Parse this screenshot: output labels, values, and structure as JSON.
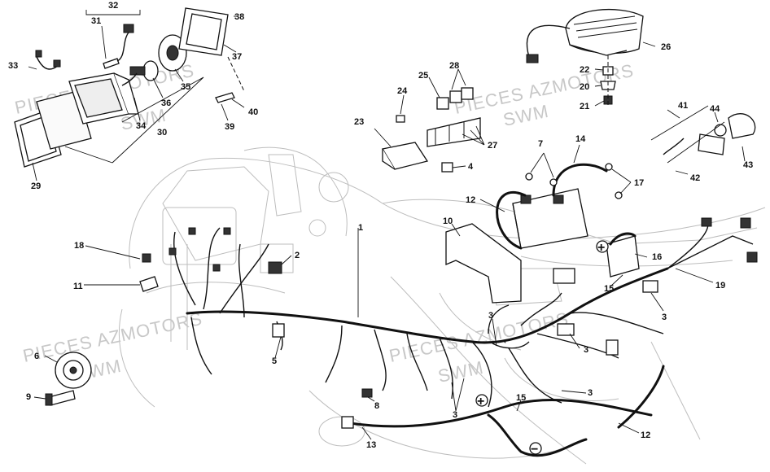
{
  "watermark": {
    "lines": [
      "PIECES AZMOTORS",
      "SWM",
      "PIECES AZMOTORS",
      "SWM",
      "PIECES AZMOTORS",
      "SWM"
    ]
  },
  "polarity": {
    "plus": "+",
    "minus": "−"
  },
  "callouts": [
    {
      "id": "c32",
      "text": "32"
    },
    {
      "id": "c31",
      "text": "31"
    },
    {
      "id": "c38",
      "text": "38"
    },
    {
      "id": "c33",
      "text": "33"
    },
    {
      "id": "c37",
      "text": "37"
    },
    {
      "id": "c35",
      "text": "35"
    },
    {
      "id": "c36",
      "text": "36"
    },
    {
      "id": "c34",
      "text": "34"
    },
    {
      "id": "c30",
      "text": "30"
    },
    {
      "id": "c40",
      "text": "40"
    },
    {
      "id": "c39",
      "text": "39"
    },
    {
      "id": "c29",
      "text": "29"
    },
    {
      "id": "c26",
      "text": "26"
    },
    {
      "id": "c28",
      "text": "28"
    },
    {
      "id": "c25",
      "text": "25"
    },
    {
      "id": "c24",
      "text": "24"
    },
    {
      "id": "c22",
      "text": "22"
    },
    {
      "id": "c20",
      "text": "20"
    },
    {
      "id": "c21",
      "text": "21"
    },
    {
      "id": "c23",
      "text": "23"
    },
    {
      "id": "c27",
      "text": "27"
    },
    {
      "id": "c41",
      "text": "41"
    },
    {
      "id": "c44",
      "text": "44"
    },
    {
      "id": "c4",
      "text": "4"
    },
    {
      "id": "c7",
      "text": "7"
    },
    {
      "id": "c14",
      "text": "14"
    },
    {
      "id": "c42",
      "text": "42"
    },
    {
      "id": "c43",
      "text": "43"
    },
    {
      "id": "c17",
      "text": "17"
    },
    {
      "id": "c12a",
      "text": "12"
    },
    {
      "id": "c10",
      "text": "10"
    },
    {
      "id": "c1",
      "text": "1"
    },
    {
      "id": "c18",
      "text": "18"
    },
    {
      "id": "c2",
      "text": "2"
    },
    {
      "id": "c16",
      "text": "16"
    },
    {
      "id": "c11",
      "text": "11"
    },
    {
      "id": "c15a",
      "text": "15"
    },
    {
      "id": "c19",
      "text": "19"
    },
    {
      "id": "c3a",
      "text": "3"
    },
    {
      "id": "c3b",
      "text": "3"
    },
    {
      "id": "c3c",
      "text": "3"
    },
    {
      "id": "c5",
      "text": "5"
    },
    {
      "id": "c6",
      "text": "6"
    },
    {
      "id": "c3d",
      "text": "3"
    },
    {
      "id": "c9",
      "text": "9"
    },
    {
      "id": "c8",
      "text": "8"
    },
    {
      "id": "c15b",
      "text": "15"
    },
    {
      "id": "c3e",
      "text": "3"
    },
    {
      "id": "c12b",
      "text": "12"
    },
    {
      "id": "c13",
      "text": "13"
    }
  ]
}
